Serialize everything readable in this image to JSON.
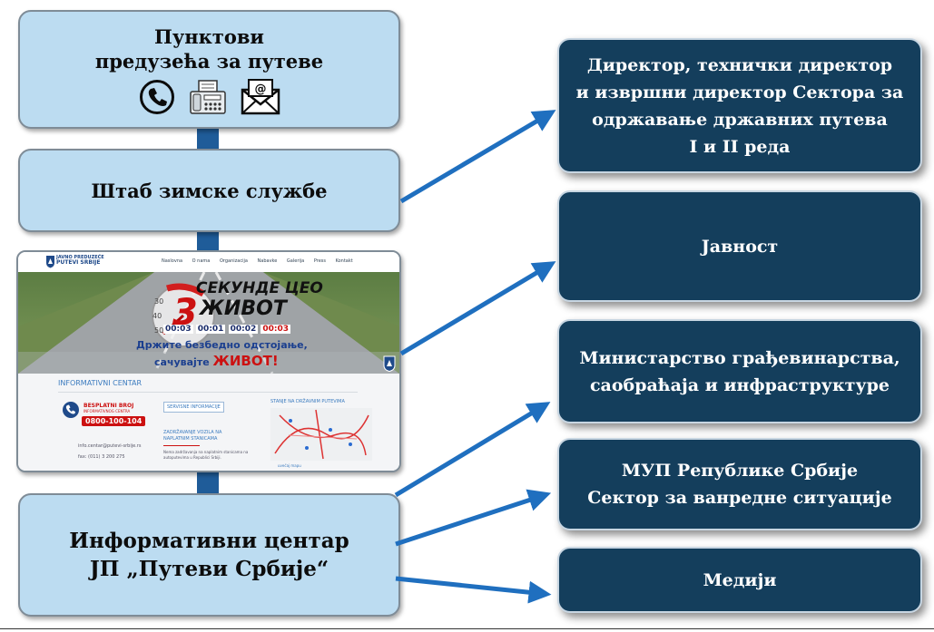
{
  "colors": {
    "left_box": "#bcdcf1",
    "right_box": "#143e5c",
    "connector": "#1f5c99",
    "arrow": "#1f6fbf"
  },
  "left": {
    "points_line1": "Пунктови",
    "points_line2": "предузећа за путеве",
    "points_icons": [
      "phone-icon",
      "fax-icon",
      "email-icon"
    ],
    "hq": "Штаб зимске службе",
    "info_line1": "Информативни центар",
    "info_line2": "ЈП „Путеви Србије“"
  },
  "website": {
    "brand_line1": "JAVNO PREDUZEĆE",
    "brand_line2": "PUTEVI SRBIJE",
    "nav": [
      "Naslovna",
      "O nama",
      "Organizacija",
      "Nabavke",
      "Galerija",
      "Press",
      "Kontakt"
    ],
    "banner_title1": "СЕКУНДЕ ЦЕО",
    "banner_title2": "ЖИВОТ",
    "banner_number": "3",
    "timers": [
      "00:03",
      "00:01",
      "00:02",
      "00:03"
    ],
    "slogan1": "Држите безбедно одстојање,",
    "slogan2_a": "сачувајте",
    "slogan2_b": "ЖИВОТ!",
    "gauge_labels": [
      "30",
      "40",
      "50"
    ],
    "section_title": "INFORMATIVNI CENTAR",
    "free_number_label1": "BESPLATNI BROJ",
    "free_number_label2": "INFORMATIVNOG CENTRA",
    "phone": "0800-100-104",
    "email": "info.centar@putevi-srbije.rs",
    "fax": "fax: (011) 3 200 275",
    "service_info": "SERVISNE INFORMACIJE",
    "toll_title1": "ZADRŽAVANJE VOZILA NA",
    "toll_title2": "NAPLATNIM STANICAMA",
    "toll_text1": "Nema zadržavanja na naplatnim stanicama na",
    "toll_text2": "autoputevima u Republici Srbiji.",
    "roads_title": "STANJE NA DRŽAVNIM PUTEVIMA",
    "map_link": "uvećaj mapu"
  },
  "right": {
    "director": [
      "Директор, технички директор",
      "и извршни директор Сектора за",
      "одржавање државних путева",
      "I и II реда"
    ],
    "public": "Јавност",
    "ministry": [
      "Министарство грађевинарства,",
      "саобраћаја и инфраструктуре"
    ],
    "mup": [
      "МУП Републике Србије",
      "Сектор за ванредне ситуације"
    ],
    "media": "Медији"
  }
}
